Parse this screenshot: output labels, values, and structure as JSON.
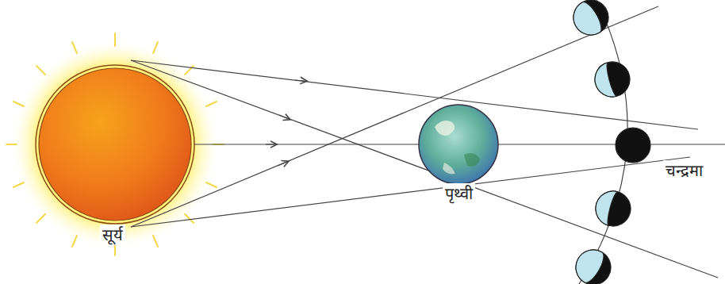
{
  "diagram": {
    "labels": [
      "सूर्य",
      "पृथ्वी",
      "चन्द्रमा"
    ]
  }
}
